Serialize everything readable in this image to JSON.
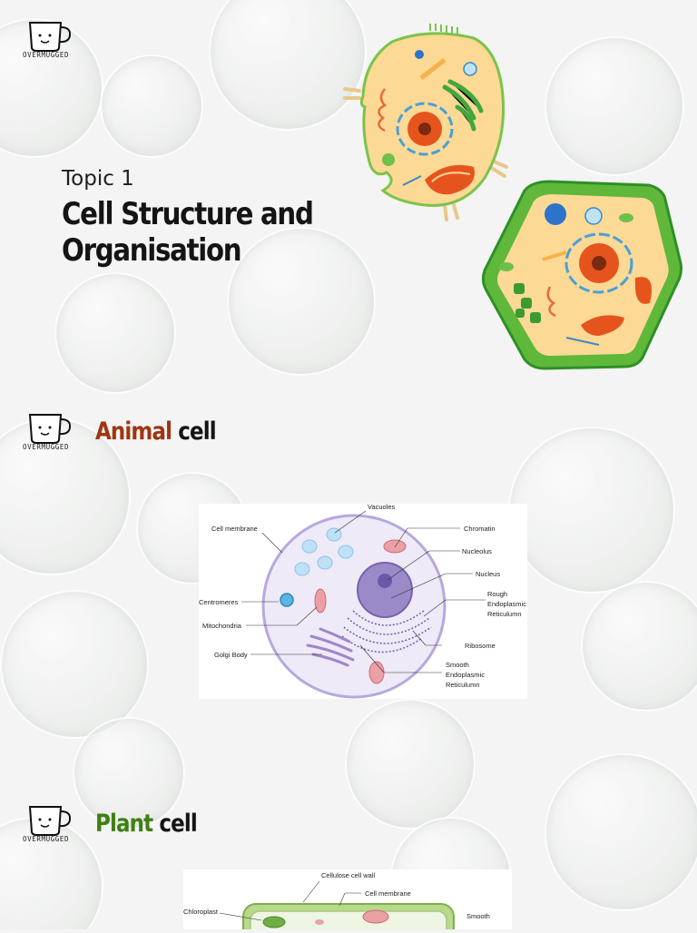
{
  "brand": {
    "logo_text": "OVERMUGGED"
  },
  "title_slide": {
    "topic_label": "Topic 1",
    "title_line1": "Cell Structure and",
    "title_line2": "Organisation"
  },
  "animal_slide": {
    "heading_colored": "Animal",
    "heading_rest": " cell",
    "diagram_labels": {
      "vacuoles": "Vacuoles",
      "cell_membrane": "Cell membrane",
      "chromatin": "Chromatin",
      "nucleolus": "Nucleolus",
      "nucleus": "Nucleus",
      "rough_er_1": "Rough",
      "rough_er_2": "Endoplasmic",
      "rough_er_3": "Reticulumn",
      "centromeres": "Centromeres",
      "mitochondria": "Mitochondria",
      "ribosome": "Ribosome",
      "golgi": "Golgi Body",
      "smooth_er_1": "Smooth",
      "smooth_er_2": "Endoplasmic",
      "smooth_er_3": "Reticulumn"
    }
  },
  "plant_slide": {
    "heading_colored": "Plant",
    "heading_rest": " cell",
    "diagram_labels": {
      "cellulose_wall": "Cellulose cell wall",
      "cell_membrane": "Cell membrane",
      "chloroplast": "Chloroplast",
      "smooth": "Smooth"
    }
  },
  "colors": {
    "animal_accent": "#a03410",
    "plant_accent": "#3f7f14"
  },
  "icons": [
    "mug-icon"
  ]
}
